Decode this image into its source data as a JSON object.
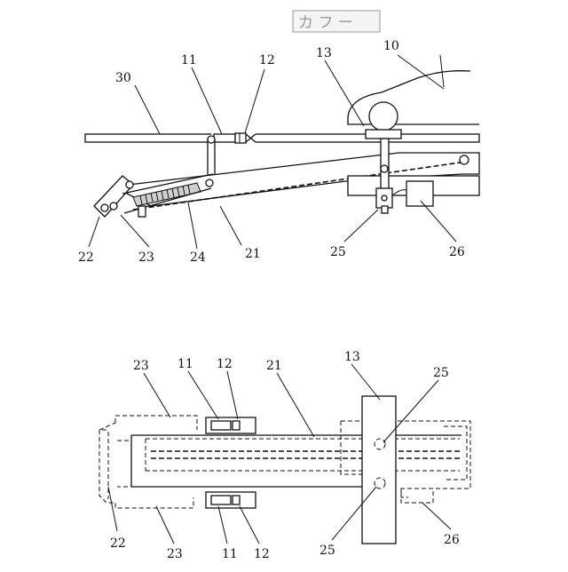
{
  "stamp": "カ フ ー",
  "top_view": {
    "labels": {
      "l10": "10",
      "l11": "11",
      "l12": "12",
      "l13": "13",
      "l30": "30",
      "l22": "22",
      "l23": "23",
      "l24": "24",
      "l21": "21",
      "l25": "25",
      "l26": "26"
    }
  },
  "bottom_view": {
    "labels": {
      "l23a": "23",
      "l11a": "11",
      "l12a": "12",
      "l21": "21",
      "l13": "13",
      "l25a": "25",
      "l22": "22",
      "l23b": "23",
      "l11b": "11",
      "l12b": "12",
      "l25b": "25",
      "l26": "26"
    }
  }
}
